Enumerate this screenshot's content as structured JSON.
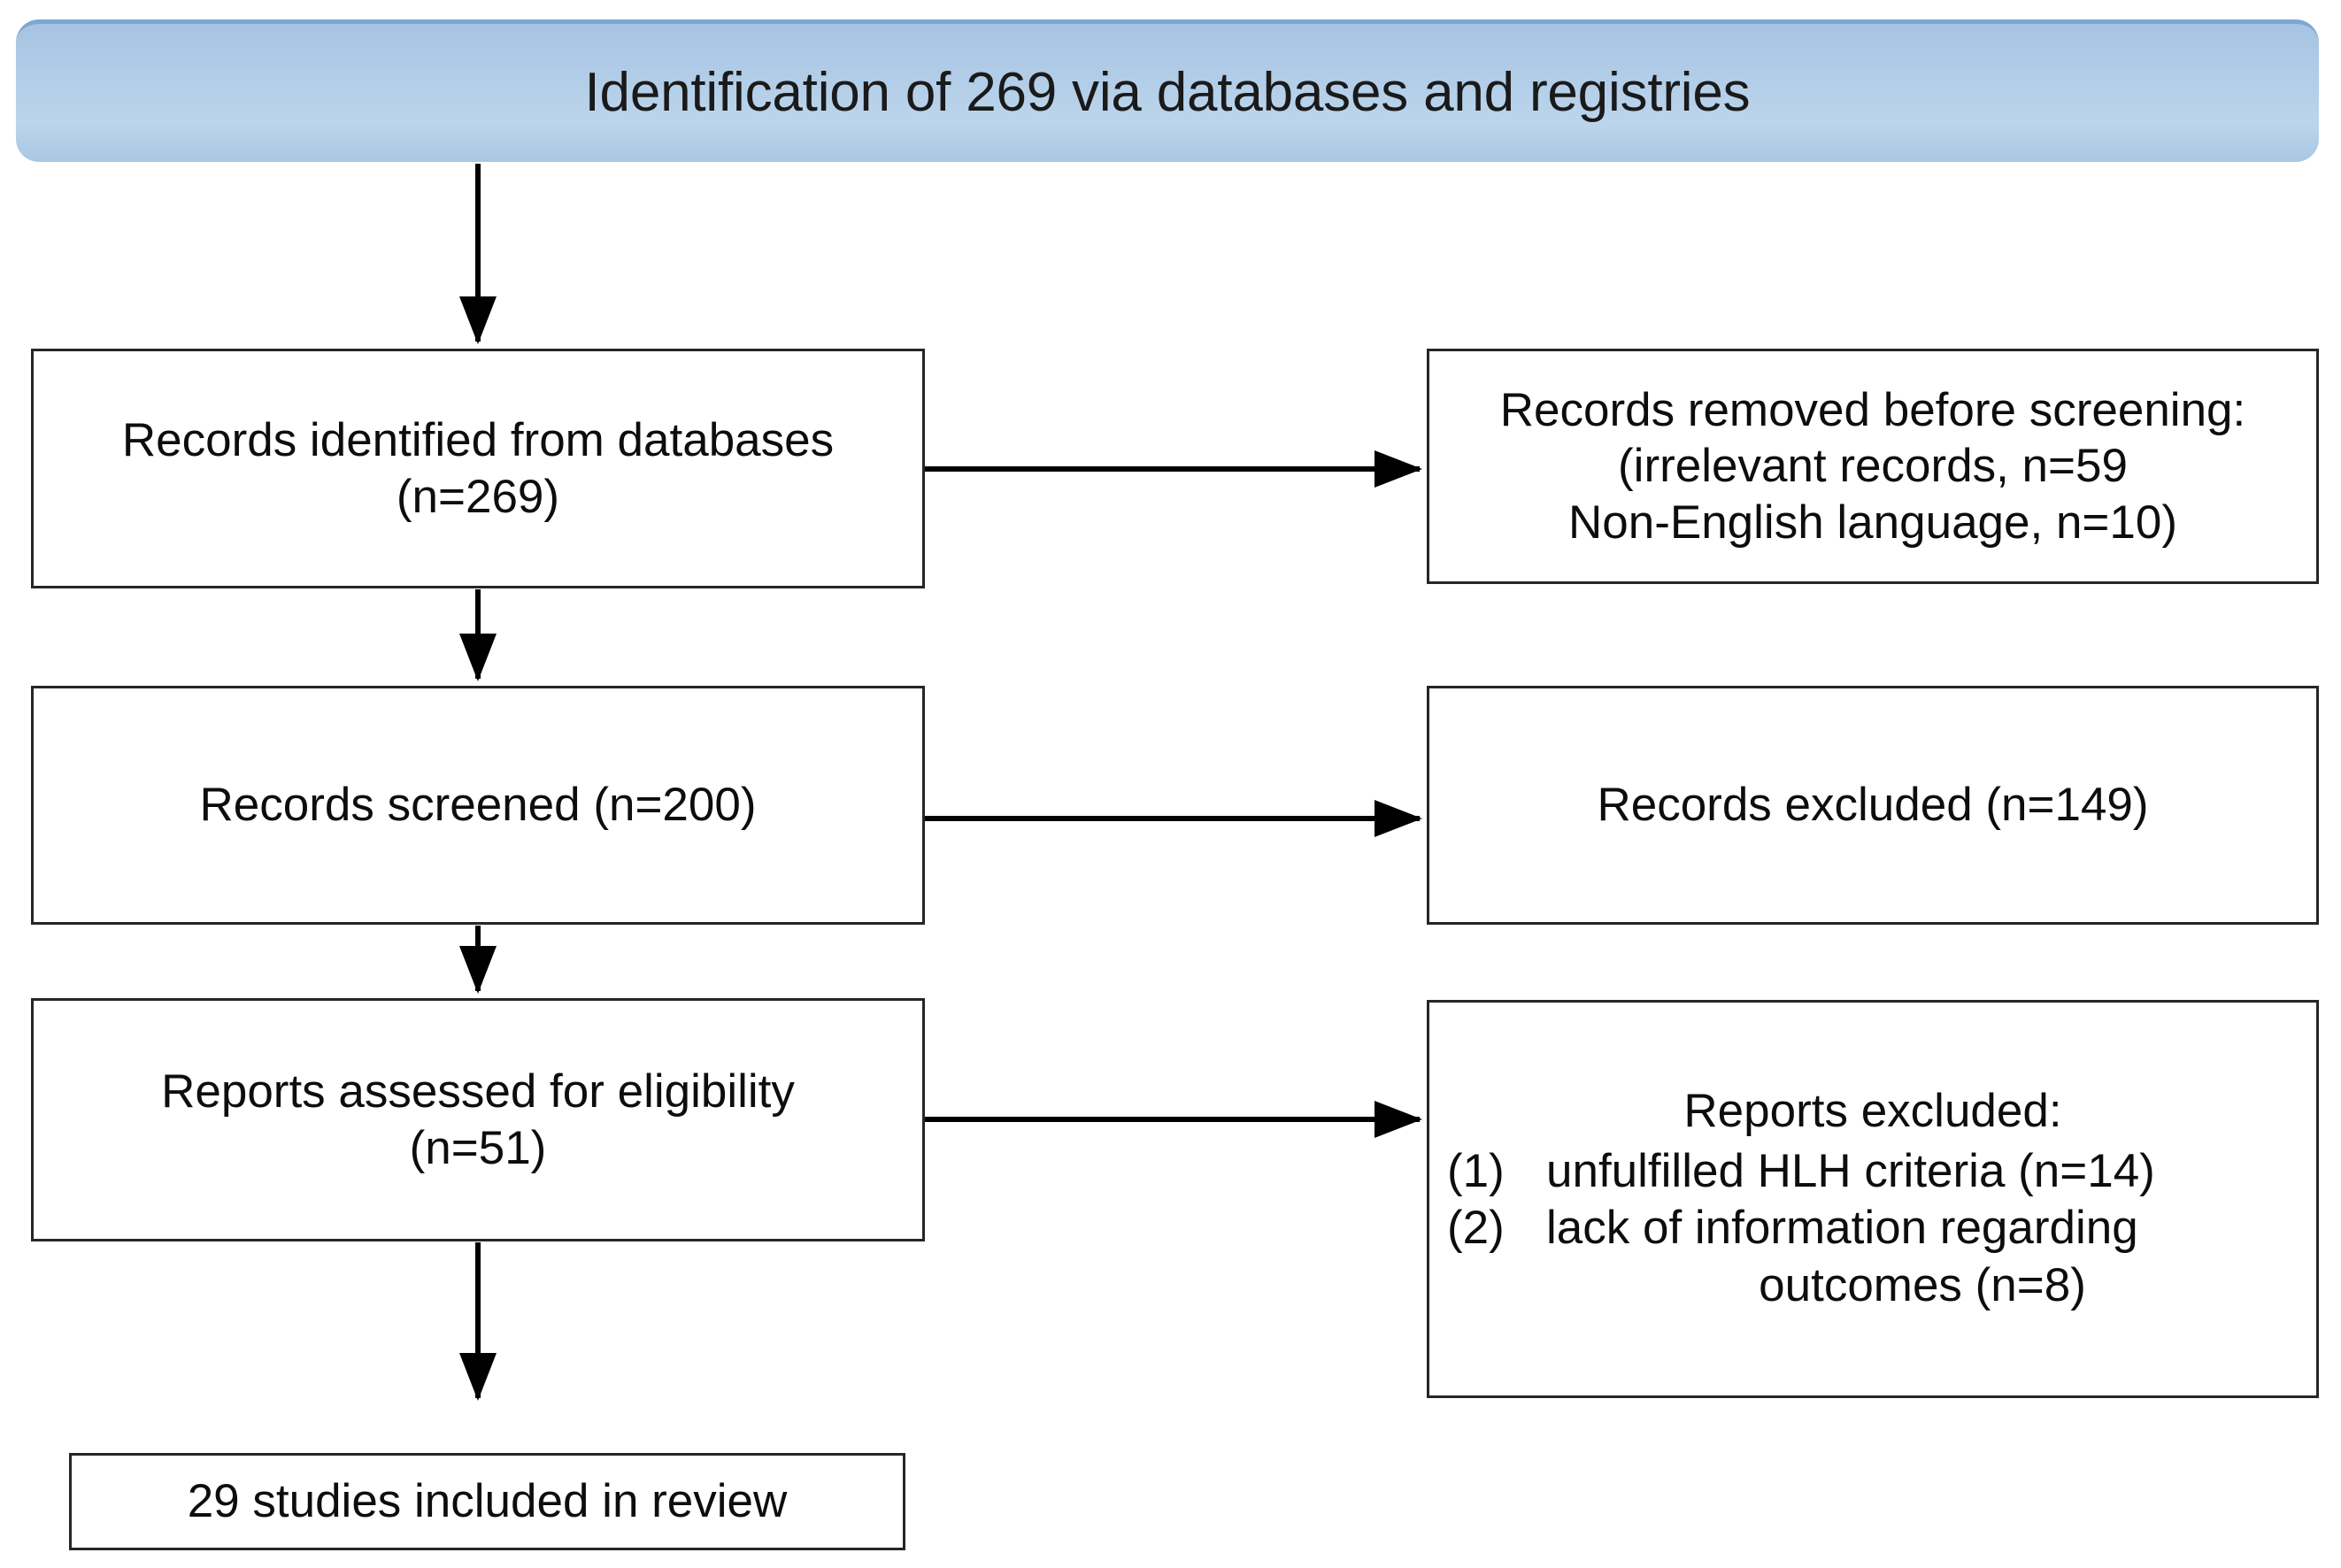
{
  "banner": {
    "title": "Identification of 269 via databases and registries",
    "fill_start": "#a6c3e1",
    "fill_end": "#bcd5ec",
    "top_stroke": "#7ba7d4"
  },
  "boxes": {
    "identified": {
      "name": "Records identified from databases",
      "text": "Records identified from databases\n(n=269)",
      "count": 269
    },
    "removed": {
      "name": "Records removed before screening",
      "text": "Records removed before screening:\n(irrelevant records, n=59\nNon-English language, n=10)",
      "irrelevant_records": 59,
      "non_english_language": 10
    },
    "screened": {
      "name": "Records screened",
      "text": "Records screened (n=200)",
      "count": 200
    },
    "records_excluded": {
      "name": "Records excluded",
      "text": "Records excluded (n=149)",
      "count": 149
    },
    "eligibility": {
      "name": "Reports assessed for eligibility",
      "text": "Reports assessed for eligibility\n(n=51)",
      "count": 51
    },
    "reports_excluded": {
      "name": "Reports excluded",
      "heading": "Reports excluded:",
      "items": [
        {
          "marker": "(1)",
          "text": "unfulfilled HLH criteria (n=14)",
          "count": 14
        },
        {
          "marker": "(2)",
          "text": "lack of information regarding",
          "continuation": "outcomes (n=8)",
          "count": 8
        }
      ]
    },
    "included": {
      "name": "Studies included in review",
      "text": "29 studies included in review",
      "count": 29
    }
  },
  "connectors": {
    "stroke": "#000000",
    "vertical": [
      {
        "from": "banner",
        "to": "identified"
      },
      {
        "from": "identified",
        "to": "screened"
      },
      {
        "from": "screened",
        "to": "eligibility"
      },
      {
        "from": "eligibility",
        "to": "included"
      }
    ],
    "horizontal": [
      {
        "from": "identified",
        "to": "removed"
      },
      {
        "from": "screened",
        "to": "records_excluded"
      },
      {
        "from": "eligibility",
        "to": "reports_excluded"
      }
    ]
  }
}
